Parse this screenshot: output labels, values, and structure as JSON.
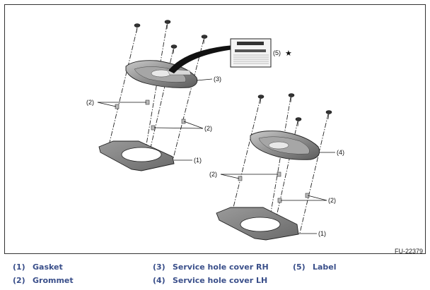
{
  "figure_id": "FU-22379",
  "callouts": {
    "c1a": "(1)",
    "c1b": "(1)",
    "c2a": "(2)",
    "c2b": "(2)",
    "c2c": "(2)",
    "c2d": "(2)",
    "c3": "(3)",
    "c4": "(4)",
    "c5": "(5)"
  },
  "star": "★",
  "legend": [
    {
      "num": "(1)",
      "text": "Gasket"
    },
    {
      "num": "(2)",
      "text": "Grommet"
    },
    {
      "num": "(3)",
      "text": "Service hole cover RH"
    },
    {
      "num": "(4)",
      "text": "Service hole cover LH"
    },
    {
      "num": "(5)",
      "text": "Label"
    }
  ]
}
